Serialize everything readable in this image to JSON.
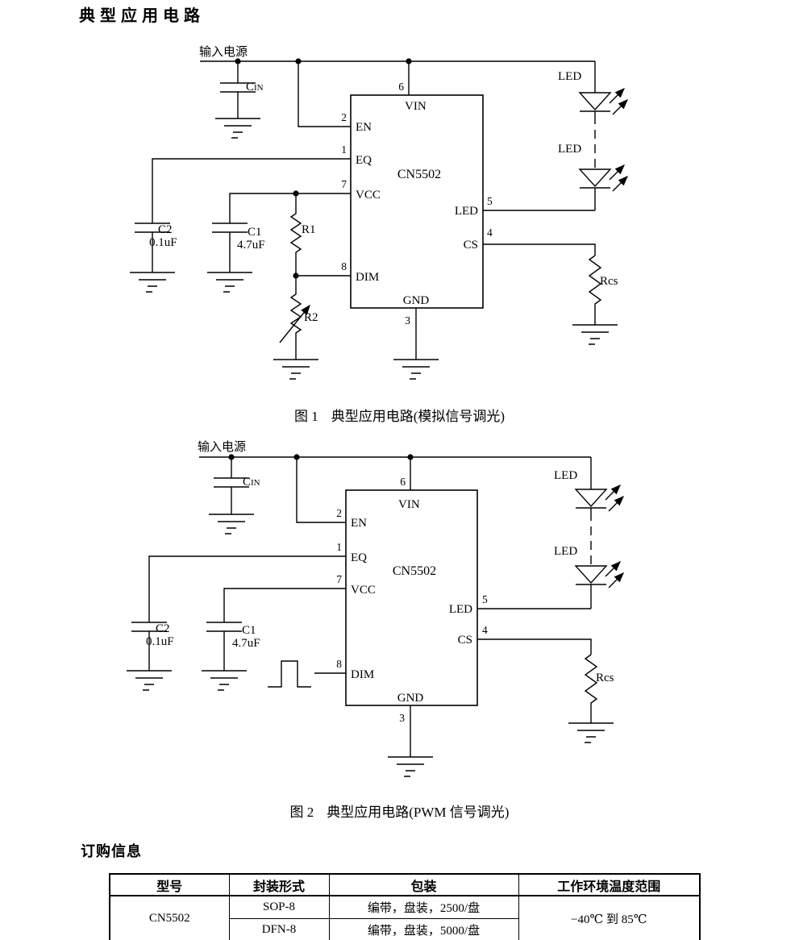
{
  "headings": {
    "typical_app": "典型应用电路",
    "ordering": "订购信息"
  },
  "fig1": {
    "caption_no": "图 1",
    "caption_text": "典型应用电路(模拟信号调光)",
    "power": "输入电源",
    "ic_name": "CN5502",
    "pins": {
      "vin": {
        "num": "6",
        "label": "VIN"
      },
      "en": {
        "num": "2",
        "label": "EN"
      },
      "eq": {
        "num": "1",
        "label": "EQ"
      },
      "vcc": {
        "num": "7",
        "label": "VCC"
      },
      "dim": {
        "num": "8",
        "label": "DIM"
      },
      "gnd": {
        "num": "3",
        "label": "GND"
      },
      "led": {
        "num": "5",
        "label": "LED"
      },
      "cs": {
        "num": "4",
        "label": "CS"
      }
    },
    "parts": {
      "cin_c": "C",
      "cin_in": "IN",
      "c2": "C2",
      "c2_value": "0.1uF",
      "c1": "C1",
      "c1_value": "4.7uF",
      "r1": "R1",
      "r2": "R2",
      "rcs": "Rcs",
      "led_top": "LED",
      "led_bottom": "LED"
    }
  },
  "fig2": {
    "caption_no": "图 2",
    "caption_text": "典型应用电路(PWM 信号调光)",
    "power": "输入电源",
    "ic_name": "CN5502",
    "pins": {
      "vin": {
        "num": "6",
        "label": "VIN"
      },
      "en": {
        "num": "2",
        "label": "EN"
      },
      "eq": {
        "num": "1",
        "label": "EQ"
      },
      "vcc": {
        "num": "7",
        "label": "VCC"
      },
      "dim": {
        "num": "8",
        "label": "DIM"
      },
      "gnd": {
        "num": "3",
        "label": "GND"
      },
      "led": {
        "num": "5",
        "label": "LED"
      },
      "cs": {
        "num": "4",
        "label": "CS"
      }
    },
    "parts": {
      "cin_c": "C",
      "cin_in": "IN",
      "c2": "C2",
      "c2_value": "0.1uF",
      "c1": "C1",
      "c1_value": "4.7uF",
      "rcs": "Rcs",
      "led_top": "LED",
      "led_bottom": "LED"
    }
  },
  "ordering_table": {
    "headers": [
      "型号",
      "封装形式",
      "包装",
      "工作环境温度范围"
    ],
    "model": "CN5502",
    "temp_range": "−40℃ 到 85℃",
    "rows": [
      {
        "package": "SOP-8",
        "packing": "编带，盘装，2500/盘"
      },
      {
        "package": "DFN-8",
        "packing": "编带，盘装，5000/盘"
      }
    ]
  }
}
